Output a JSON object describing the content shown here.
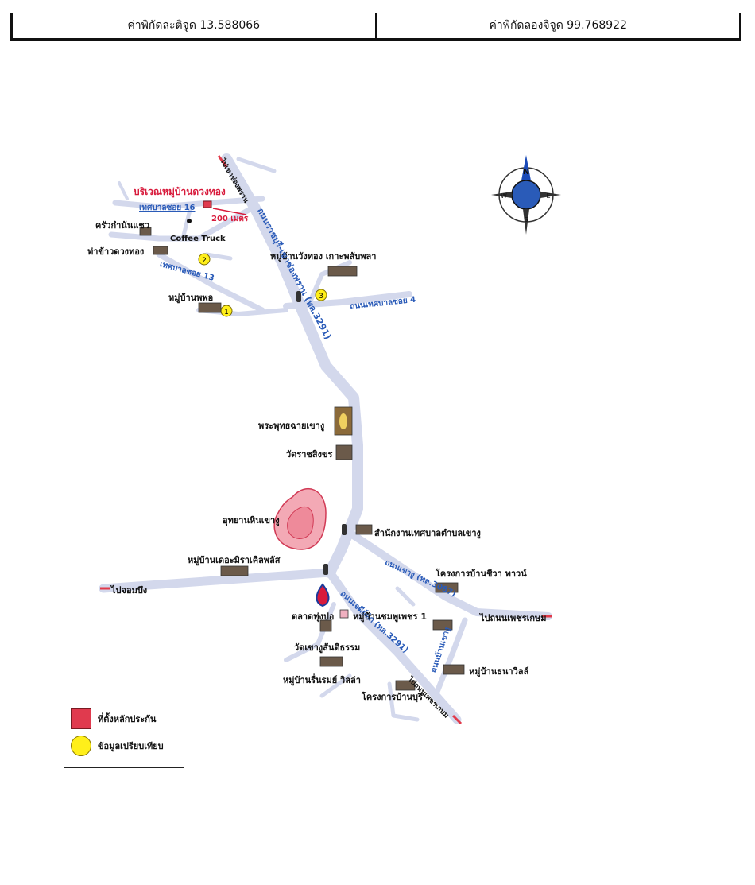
{
  "header": {
    "lat_label": "ค่าพิกัดละติจูด 13.588066",
    "lng_label": "ค่าพิกัดลองจิจูด 99.768922"
  },
  "map": {
    "title": "บริเวณหมู่บ้านดวงทอง",
    "distance": "200 เมตร",
    "places": {
      "krua": "ครัวกำนันแชว",
      "coffee": "Coffee Truck",
      "thakhao": "ท่าข้าวดวงทอง",
      "wangthong": "หมู่บ้านวังทอง เกาะพลับพลา",
      "phapho": "หมู่บ้านพพอ",
      "buddha": "พระพุทธฉายเขางู",
      "watrat": "วัดราชสิงขร",
      "park": "อุทยานหินเขางู",
      "office": "สำนักงานเทศบาลตำบลเขางู",
      "miracle": "หมู่บ้านเดอะมิราเคิลพลัส",
      "chewa": "โครงการบ้านชีวา ทาวน์",
      "market": "ตลาดทุ่งปอ",
      "chomphu": "หมู่บ้านชมพูเพชร 1",
      "watkhao": "วัดเขางูสันติธรรม",
      "rueanrom": "หมู่บ้านรื่นรมย์ วิลล่า",
      "thanavilla": "หมู่บ้านธนาวิลล์",
      "banburi": "โครงการบ้านบุรี"
    },
    "roads": {
      "soi16": "เทศบาลซอย 16",
      "soi13": "เทศบาลซอย 13",
      "soi4": "ถนนเทศบาลซอย 4",
      "main3291": "ถนนราชบุรี-เขาช่องพราน (ทล.3291)",
      "khaongu3087": "ถนนเขางู (ทล.3087)",
      "chedihak3291": "ถนนเจดีย์หัก (ทล.3291)",
      "side": "ถนนบ้านเขางู"
    },
    "directions": {
      "north": "ไปเขาช่องพราน",
      "west": "ไปจอมบึง",
      "east": "ไปถนนเพชรเกษม",
      "south": "ไปถนนเพชรเกษม"
    },
    "markers": [
      "1",
      "2",
      "3"
    ],
    "compass": {
      "n": "N",
      "s": "S",
      "e": "E",
      "w": "W"
    }
  },
  "legend": {
    "red_label": "ที่ตั้งหลักประกัน",
    "yellow_label": "ข้อมูลเปรียบเทียบ"
  },
  "colors": {
    "road": "#d3d8ec",
    "road_label": "#2a5bb8",
    "collateral": "#e03a4e",
    "compare": "#ffef1a"
  }
}
